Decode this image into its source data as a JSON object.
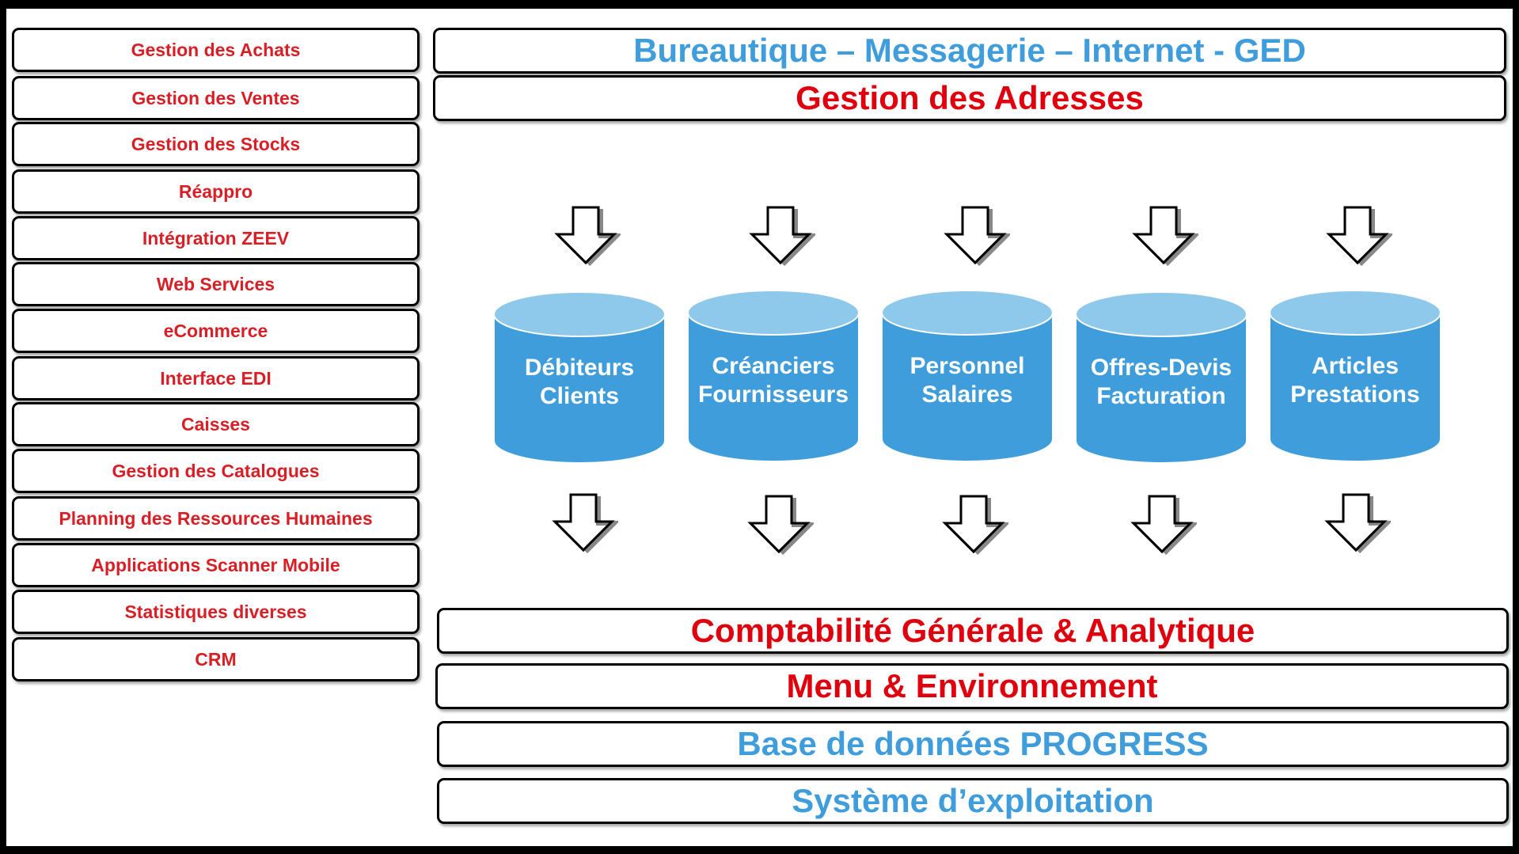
{
  "modules": [
    "Gestion des Achats",
    "Gestion des Ventes",
    "Gestion des Stocks",
    "Réappro",
    "Intégration ZEEV",
    "Web Services",
    "eCommerce",
    "Interface EDI",
    "Caisses",
    "Gestion des Catalogues",
    "Planning des Ressources Humaines",
    "Applications Scanner Mobile",
    "Statistiques diverses",
    "CRM"
  ],
  "layers": {
    "office": "Bureautique – Messagerie – Internet - GED",
    "addresses": "Gestion des Adresses",
    "accounting": "Comptabilité Générale & Analytique",
    "menu": "Menu & Environnement",
    "database": "Base de données PROGRESS",
    "os": "Système d’exploitation"
  },
  "databases": [
    {
      "line1": "Débiteurs",
      "line2": "Clients"
    },
    {
      "line1": "Créanciers",
      "line2": "Fournisseurs"
    },
    {
      "line1": "Personnel",
      "line2": "Salaires"
    },
    {
      "line1": "Offres-Devis",
      "line2": "Facturation"
    },
    {
      "line1": "Articles",
      "line2": "Prestations"
    }
  ],
  "colors": {
    "module_text": "#d81f26",
    "blue_text": "#3f9ddb",
    "red_text": "#e0000d",
    "cylinder_body": "#3f9ddb",
    "cylinder_top": "#8ec8ea"
  }
}
